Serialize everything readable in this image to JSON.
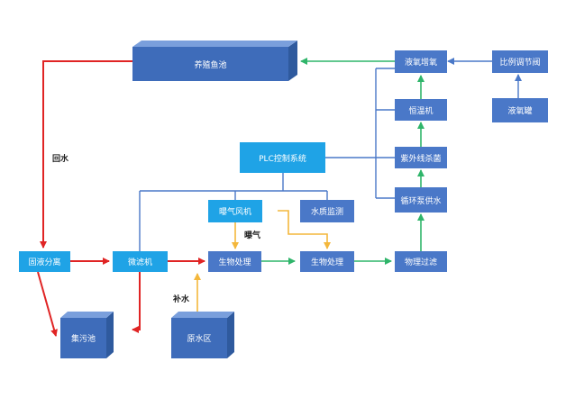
{
  "nodes": {
    "fish_pond": "养殖鱼池",
    "oxygenation": "液氧增氧",
    "proportional_valve": "比例调节阀",
    "liquid_oxygen_tank": "液氧罐",
    "thermostat": "恒温机",
    "plc": "PLC控制系统",
    "uv_sterilizer": "紫外线杀菌",
    "circulation_pump": "循环泵供水",
    "aeration_blower": "曝气风机",
    "water_quality_monitor": "水质监测",
    "solid_liquid_separation": "固液分离",
    "microfilter": "微滤机",
    "bio_treatment_1": "生物处理",
    "bio_treatment_2": "生物处理",
    "physical_filter": "物理过滤",
    "sewage_tank": "集污池",
    "raw_water_area": "原水区"
  },
  "labels": {
    "return_water": "回水",
    "aeration": "曝气",
    "make_up_water": "补水"
  },
  "colors": {
    "red_line": "#e02424",
    "green_line": "#2fb56a",
    "blue_line": "#4a78c8",
    "yellow_line": "#f4b73c",
    "box": "#4a78c8",
    "box_light": "#1fa3e6"
  }
}
